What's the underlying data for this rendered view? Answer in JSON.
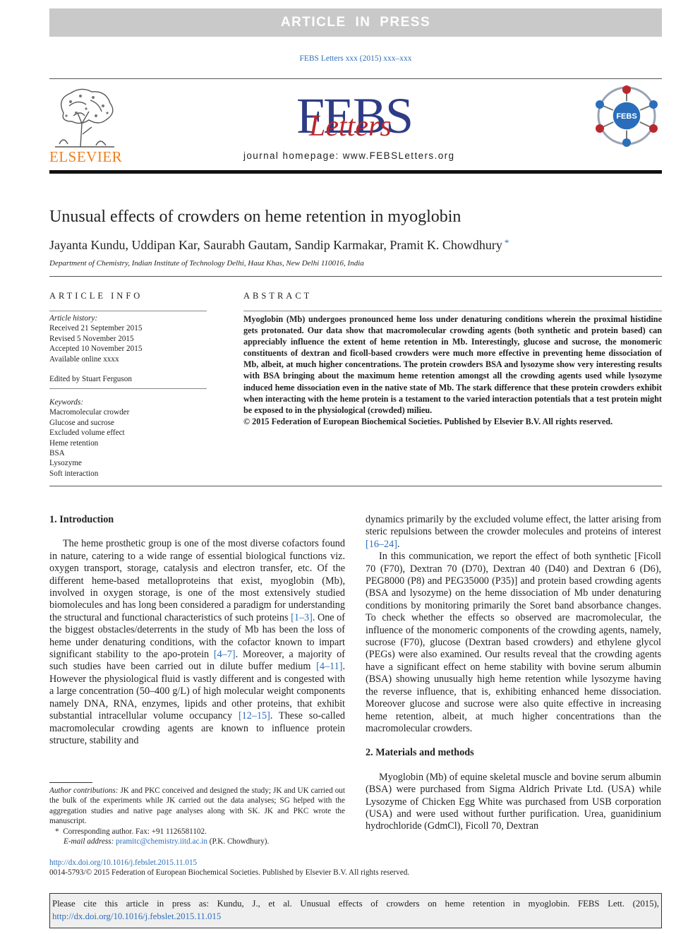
{
  "banner": "ARTICLE IN PRESS",
  "journal_ref": "FEBS Letters xxx (2015) xxx–xxx",
  "publisher_logo_text": "ELSEVIER",
  "journal_logo": {
    "main": "FEBS",
    "sub": "Letters",
    "emblem_text": "FEBS"
  },
  "homepage": "journal homepage: www.FEBSLetters.org",
  "title": "Unusual effects of crowders on heme retention in myoglobin",
  "authors": "Jayanta Kundu, Uddipan Kar, Saurabh Gautam, Sandip Karmakar, Pramit K. Chowdhury",
  "author_mark": "*",
  "affiliation": "Department of Chemistry, Indian Institute of Technology Delhi, Hauz Khas, New Delhi 110016, India",
  "article_info": {
    "heading": "ARTICLE INFO",
    "history_label": "Article history:",
    "history": [
      "Received 21 September 2015",
      "Revised 5 November 2015",
      "Accepted 10 November 2015",
      "Available online xxxx"
    ],
    "editor": "Edited by Stuart Ferguson",
    "keywords_label": "Keywords:",
    "keywords": [
      "Macromolecular crowder",
      "Glucose and sucrose",
      "Excluded volume effect",
      "Heme retention",
      "BSA",
      "Lysozyme",
      "Soft interaction"
    ]
  },
  "abstract": {
    "heading": "ABSTRACT",
    "text": "Myoglobin (Mb) undergoes pronounced heme loss under denaturing conditions wherein the proximal histidine gets protonated. Our data show that macromolecular crowding agents (both synthetic and protein based) can appreciably influence the extent of heme retention in Mb. Interestingly, glucose and sucrose, the monomeric constituents of dextran and ficoll-based crowders were much more effective in preventing heme dissociation of Mb, albeit, at much higher concentrations. The protein crowders BSA and lysozyme show very interesting results with BSA bringing about the maximum heme retention amongst all the crowding agents used while lysozyme induced heme dissociation even in the native state of Mb. The stark difference that these protein crowders exhibit when interacting with the heme protein is a testament to the varied interaction potentials that a test protein might be exposed to in the physiological (crowded) milieu.",
    "copyright": "© 2015 Federation of European Biochemical Societies. Published by Elsevier B.V. All rights reserved."
  },
  "body": {
    "intro_heading": "1. Introduction",
    "intro_p1": [
      "The heme prosthetic group is one of the most diverse cofactors found in nature, catering to a wide range of essential biological functions viz. oxygen transport, storage, catalysis and electron transfer, etc. Of the different heme-based metalloproteins that exist, myoglobin (Mb), involved in oxygen storage, is one of the most extensively studied biomolecules and has long been considered a paradigm for understanding the structural and functional characteristics of such proteins ",
      "[1–3]",
      ". One of the biggest obstacles/deterrents in the study of Mb has been the loss of heme under denaturing conditions, with the cofactor known to impart significant stability to the apo-protein ",
      "[4–7]",
      ". Moreover, a majority of such studies have been carried out in dilute buffer medium ",
      "[4–11]",
      ". However the physiological fluid is vastly different and is congested with a large concentration (50–400 g/L) of high molecular weight components namely DNA, RNA, enzymes, lipids and other proteins, that exhibit substantial intracellular volume occupancy ",
      "[12–15]",
      ". These so-called macromolecular crowding agents are known to influence protein structure, stability and"
    ],
    "right_p1": [
      "dynamics primarily by the excluded volume effect, the latter arising from steric repulsions between the crowder molecules and proteins of interest ",
      "[16–24]",
      "."
    ],
    "right_p2": "In this communication, we report the effect of both synthetic [Ficoll 70 (F70), Dextran 70 (D70), Dextran 40 (D40) and Dextran 6 (D6), PEG8000 (P8) and PEG35000 (P35)] and protein based crowding agents (BSA and lysozyme) on the heme dissociation of Mb under denaturing conditions by monitoring primarily the Soret band absorbance changes. To check whether the effects so observed are macromolecular, the influence of the monomeric components of the crowding agents, namely, sucrose (F70), glucose (Dextran based crowders) and ethylene glycol (PEGs) were also examined. Our results reveal that the crowding agents have a significant effect on heme stability with bovine serum albumin (BSA) showing unusually high heme retention while lysozyme having the reverse influence, that is, exhibiting enhanced heme dissociation. Moreover glucose and sucrose were also quite effective in increasing heme retention, albeit, at much higher concentrations than the macromolecular crowders.",
    "methods_heading": "2. Materials and methods",
    "methods_p1": "Myoglobin (Mb) of equine skeletal muscle and bovine serum albumin (BSA) were purchased from Sigma Aldrich Private Ltd. (USA) while Lysozyme of Chicken Egg White was purchased from USB corporation (USA) and were used without further purification. Urea, guanidinium hydrochloride (GdmCl), Ficoll 70, Dextran"
  },
  "footnotes": {
    "contrib_label": "Author contributions:",
    "contrib": " JK and PKC conceived and designed the study; JK and UK carried out the bulk of the experiments while JK carried out the data analyses; SG helped with the aggregation studies and native page analyses along with SK. JK and PKC wrote the manuscript.",
    "corresponding_mark": "*",
    "corresponding": "Corresponding author. Fax: +91 1126581102.",
    "email_label": "E-mail address:",
    "email": "pramitc@chemistry.iitd.ac.in",
    "email_suffix": "(P.K. Chowdhury)."
  },
  "doi": "http://dx.doi.org/10.1016/j.febslet.2015.11.015",
  "issn_copyright": "0014-5793/© 2015 Federation of European Biochemical Societies. Published by Elsevier B.V. All rights reserved.",
  "cite_box": {
    "text": "Please cite this article in press as: Kundu, J., et al. Unusual effects of crowders on heme retention in myoglobin. FEBS Lett. (2015), ",
    "link": "http://dx.doi.org/10.1016/j.febslet.2015.11.015"
  },
  "colors": {
    "link": "#2a6ebb",
    "elsevier_orange": "#f07d19",
    "febs_blue": "#2e3b85",
    "febs_red": "#b7282e",
    "banner_gray": "#c9c9c9"
  }
}
